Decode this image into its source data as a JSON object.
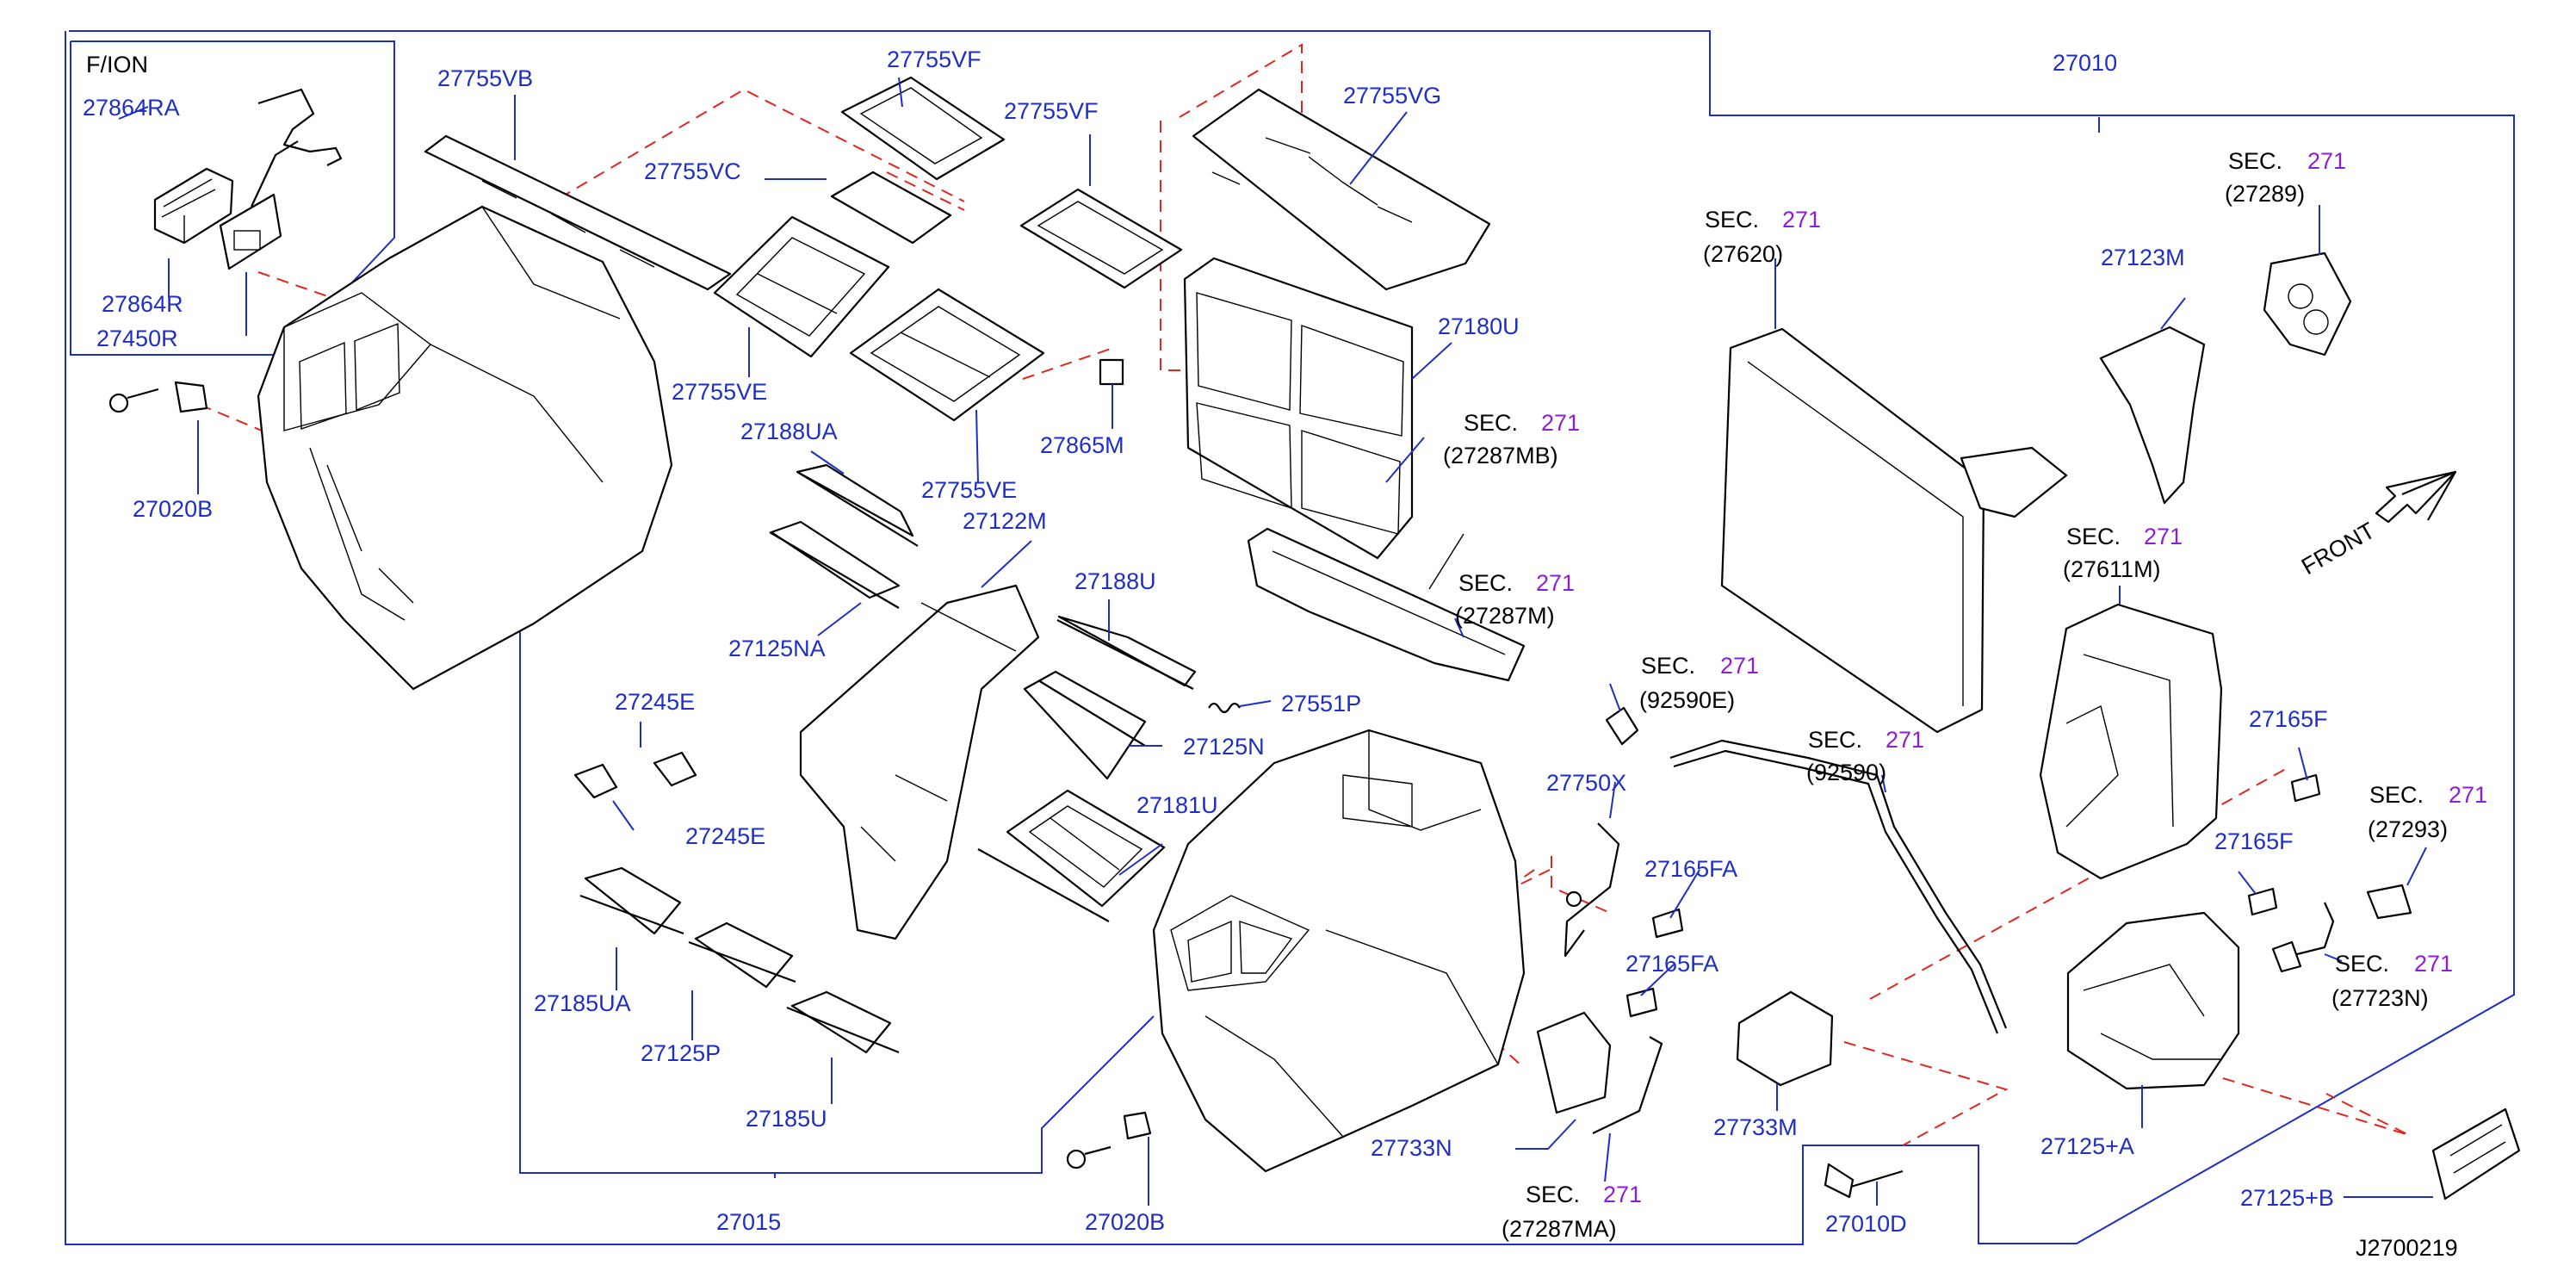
{
  "colors": {
    "part_number": "#1d2fc4",
    "section_number": "#8b1fd6",
    "phantom_line": "#e0271f",
    "frame": "#1d2fc4"
  },
  "inset": {
    "title": "F/ION",
    "labels": [
      "27864RA",
      "27864R",
      "27450R"
    ]
  },
  "parts": [
    "27755VB",
    "27755VF",
    "27755VF",
    "27755VC",
    "27755VG",
    "27755VE",
    "27755VE",
    "27020B",
    "27188UA",
    "27865M",
    "27180U",
    "27122M",
    "27125NA",
    "27188U",
    "27551P",
    "27245E",
    "27245E",
    "27125N",
    "27181U",
    "27185UA",
    "27125P",
    "27185U",
    "27015",
    "27020B",
    "27733N",
    "27750X",
    "27165FA",
    "27165FA",
    "27733M",
    "27010D",
    "27010",
    "27123M",
    "27165F",
    "27165F",
    "27125+A",
    "27125+B"
  ],
  "sections": [
    {
      "sec": "SEC.",
      "num": "271",
      "ref": "(27287MB)"
    },
    {
      "sec": "SEC.",
      "num": "271",
      "ref": "(27287M)"
    },
    {
      "sec": "SEC.",
      "num": "271",
      "ref": "(27620)"
    },
    {
      "sec": "SEC.",
      "num": "271",
      "ref": "(27289)"
    },
    {
      "sec": "SEC.",
      "num": "271",
      "ref": "(27611M)"
    },
    {
      "sec": "SEC.",
      "num": "271",
      "ref": "(92590E)"
    },
    {
      "sec": "SEC.",
      "num": "271",
      "ref": "(92590)"
    },
    {
      "sec": "SEC.",
      "num": "271",
      "ref": "(27293)"
    },
    {
      "sec": "SEC.",
      "num": "271",
      "ref": "(27723N)"
    },
    {
      "sec": "SEC.",
      "num": "271",
      "ref": "(27287MA)"
    }
  ],
  "front_label": "FRONT",
  "diagram_id": "J2700219"
}
